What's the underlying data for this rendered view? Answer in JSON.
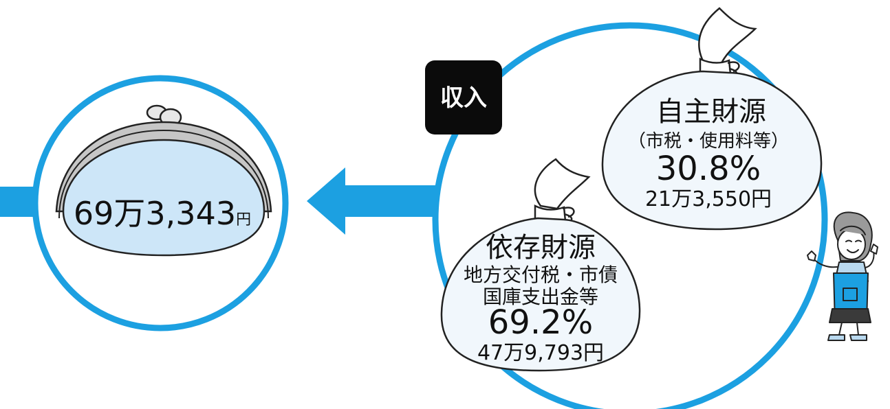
{
  "colors": {
    "accent": "#1ca0e1",
    "bag_fill": "#f1f7fc",
    "purse_fill": "#cde6f8",
    "badge": "#0b0b0b"
  },
  "purse": {
    "amount": "69万3,343",
    "unit": "円"
  },
  "badge": {
    "label": "収入"
  },
  "own_revenue": {
    "title": "自主財源",
    "subtitle": "（市税・使用料等）",
    "percent": "30.8%",
    "amount": "21万3,550円"
  },
  "dependent_revenue": {
    "title": "依存財源",
    "line1": "地方交付税・市債",
    "line2": "国庫支出金等",
    "percent": "69.2%",
    "amount": "47万9,793円"
  },
  "icons": [
    "purse-icon",
    "money-bag-icon",
    "woman-apron-icon",
    "arrow-left-icon"
  ]
}
